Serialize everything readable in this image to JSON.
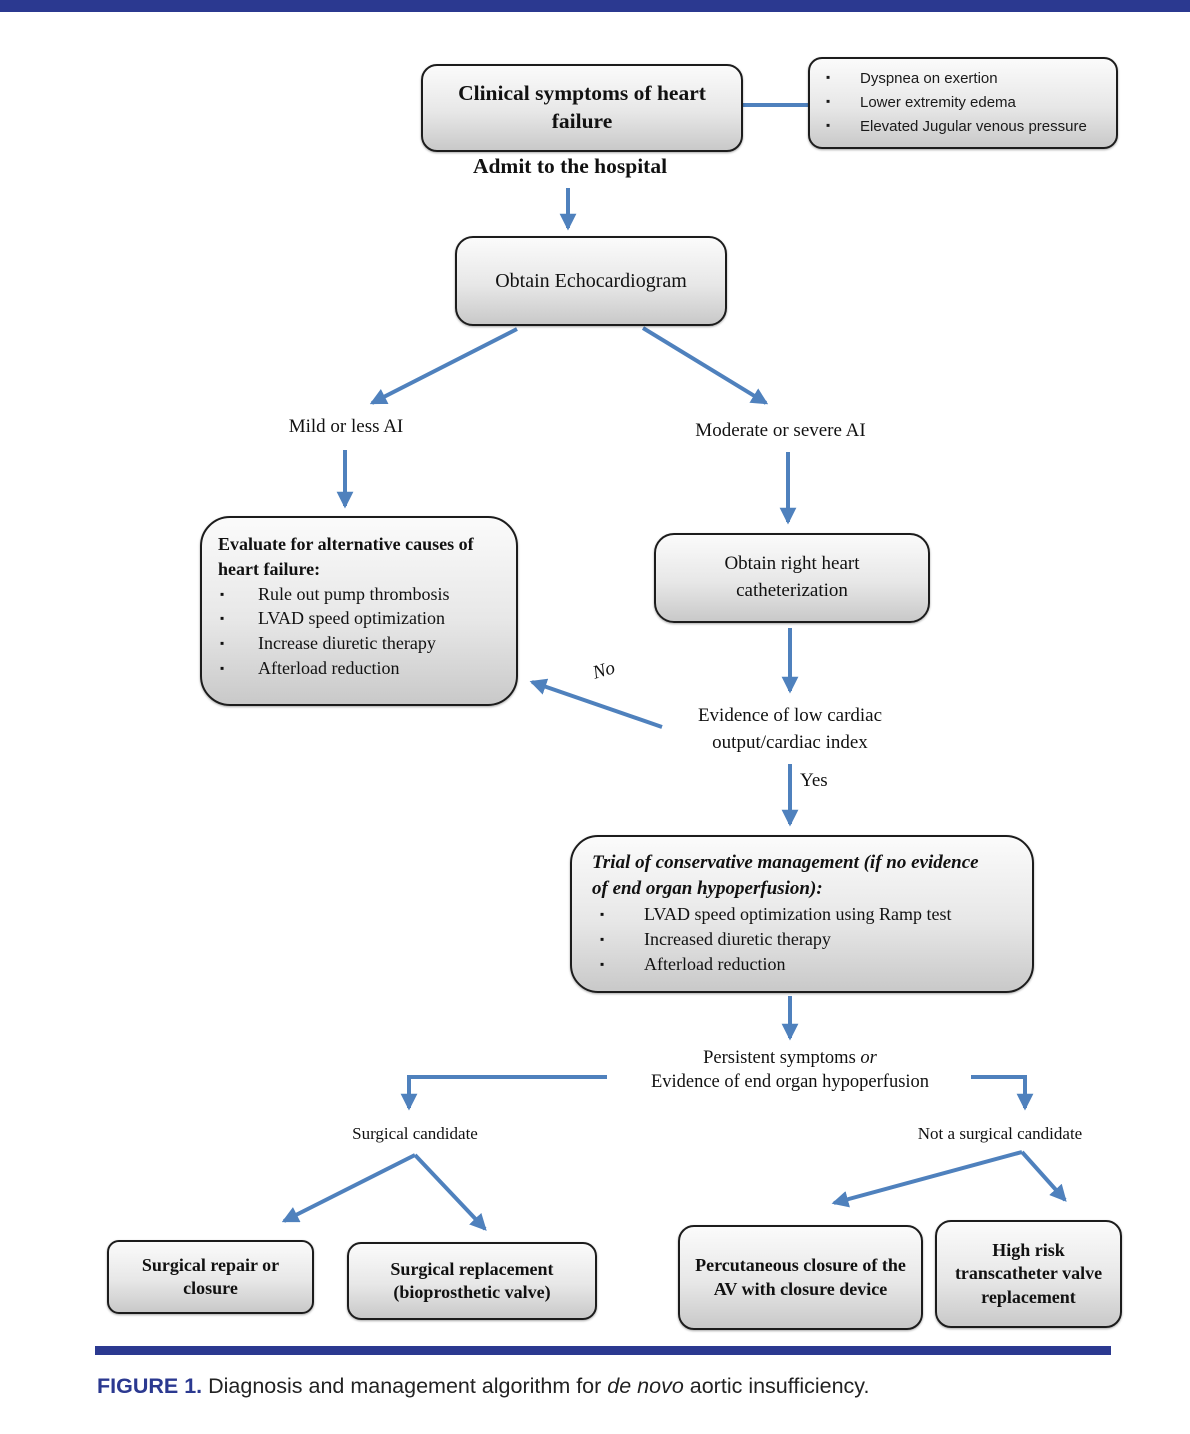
{
  "colors": {
    "arrow": "#4f81bd",
    "navy": "#2b3990",
    "box_border": "#1c1c1c"
  },
  "nodes": {
    "clinical": {
      "text": "Clinical symptoms of heart failure"
    },
    "symptoms": {
      "items": [
        "Dyspnea on exertion",
        "Lower extremity edema",
        "Elevated Jugular venous pressure"
      ]
    },
    "admit": "Admit to the hospital",
    "echo": "Obtain Echocardiogram",
    "mild": "Mild or less AI",
    "moderate": "Moderate or severe AI",
    "evaluate": {
      "title": "Evaluate for alternative causes of heart failure:",
      "items": [
        "Rule out pump thrombosis",
        "LVAD speed optimization",
        "Increase diuretic therapy",
        "Afterload reduction"
      ]
    },
    "rhc": "Obtain right heart catheterization",
    "evidence": {
      "line1": "Evidence of low cardiac",
      "line2": "output/cardiac index"
    },
    "no": "No",
    "yes": "Yes",
    "trial": {
      "title_line1": "Trial of conservative management (if no evidence",
      "title_line2": "of end organ hypoperfusion):",
      "items": [
        "LVAD speed optimization using Ramp test",
        "Increased diuretic therapy",
        "Afterload reduction"
      ]
    },
    "persistent": {
      "pre": "Persistent symptoms ",
      "or": "or",
      "line2": "Evidence of end organ hypoperfusion"
    },
    "surgical": "Surgical candidate",
    "not_surgical": "Not a surgical candidate",
    "repair": "Surgical repair or closure",
    "replacement": "Surgical replacement (bioprosthetic valve)",
    "percutaneous": "Percutaneous closure of the AV with closure device",
    "tavr": "High risk transcatheter valve replacement"
  },
  "caption": {
    "label": "FIGURE 1.",
    "pre": " Diagnosis and management algorithm for ",
    "italic": "de novo",
    "post": " aortic insufficiency."
  }
}
